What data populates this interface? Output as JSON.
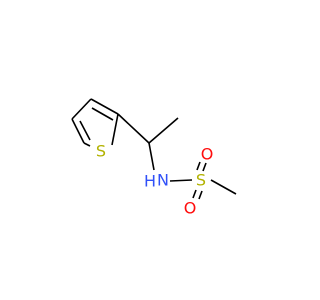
{
  "molecule": {
    "atoms": {
      "sulfur_ring": {
        "label": "S",
        "color": "#b2b200"
      },
      "nitrogen": {
        "label": "N",
        "color": "#3050f8"
      },
      "hydrogen": {
        "label": "H",
        "color": "#3050f8"
      },
      "sulfur_sulfonyl": {
        "label": "S",
        "color": "#b2b200"
      },
      "oxygen_top": {
        "label": "O",
        "color": "#ff0d0d"
      },
      "oxygen_bottom": {
        "label": "O",
        "color": "#ff0d0d"
      }
    },
    "bond_color": "#000000"
  }
}
